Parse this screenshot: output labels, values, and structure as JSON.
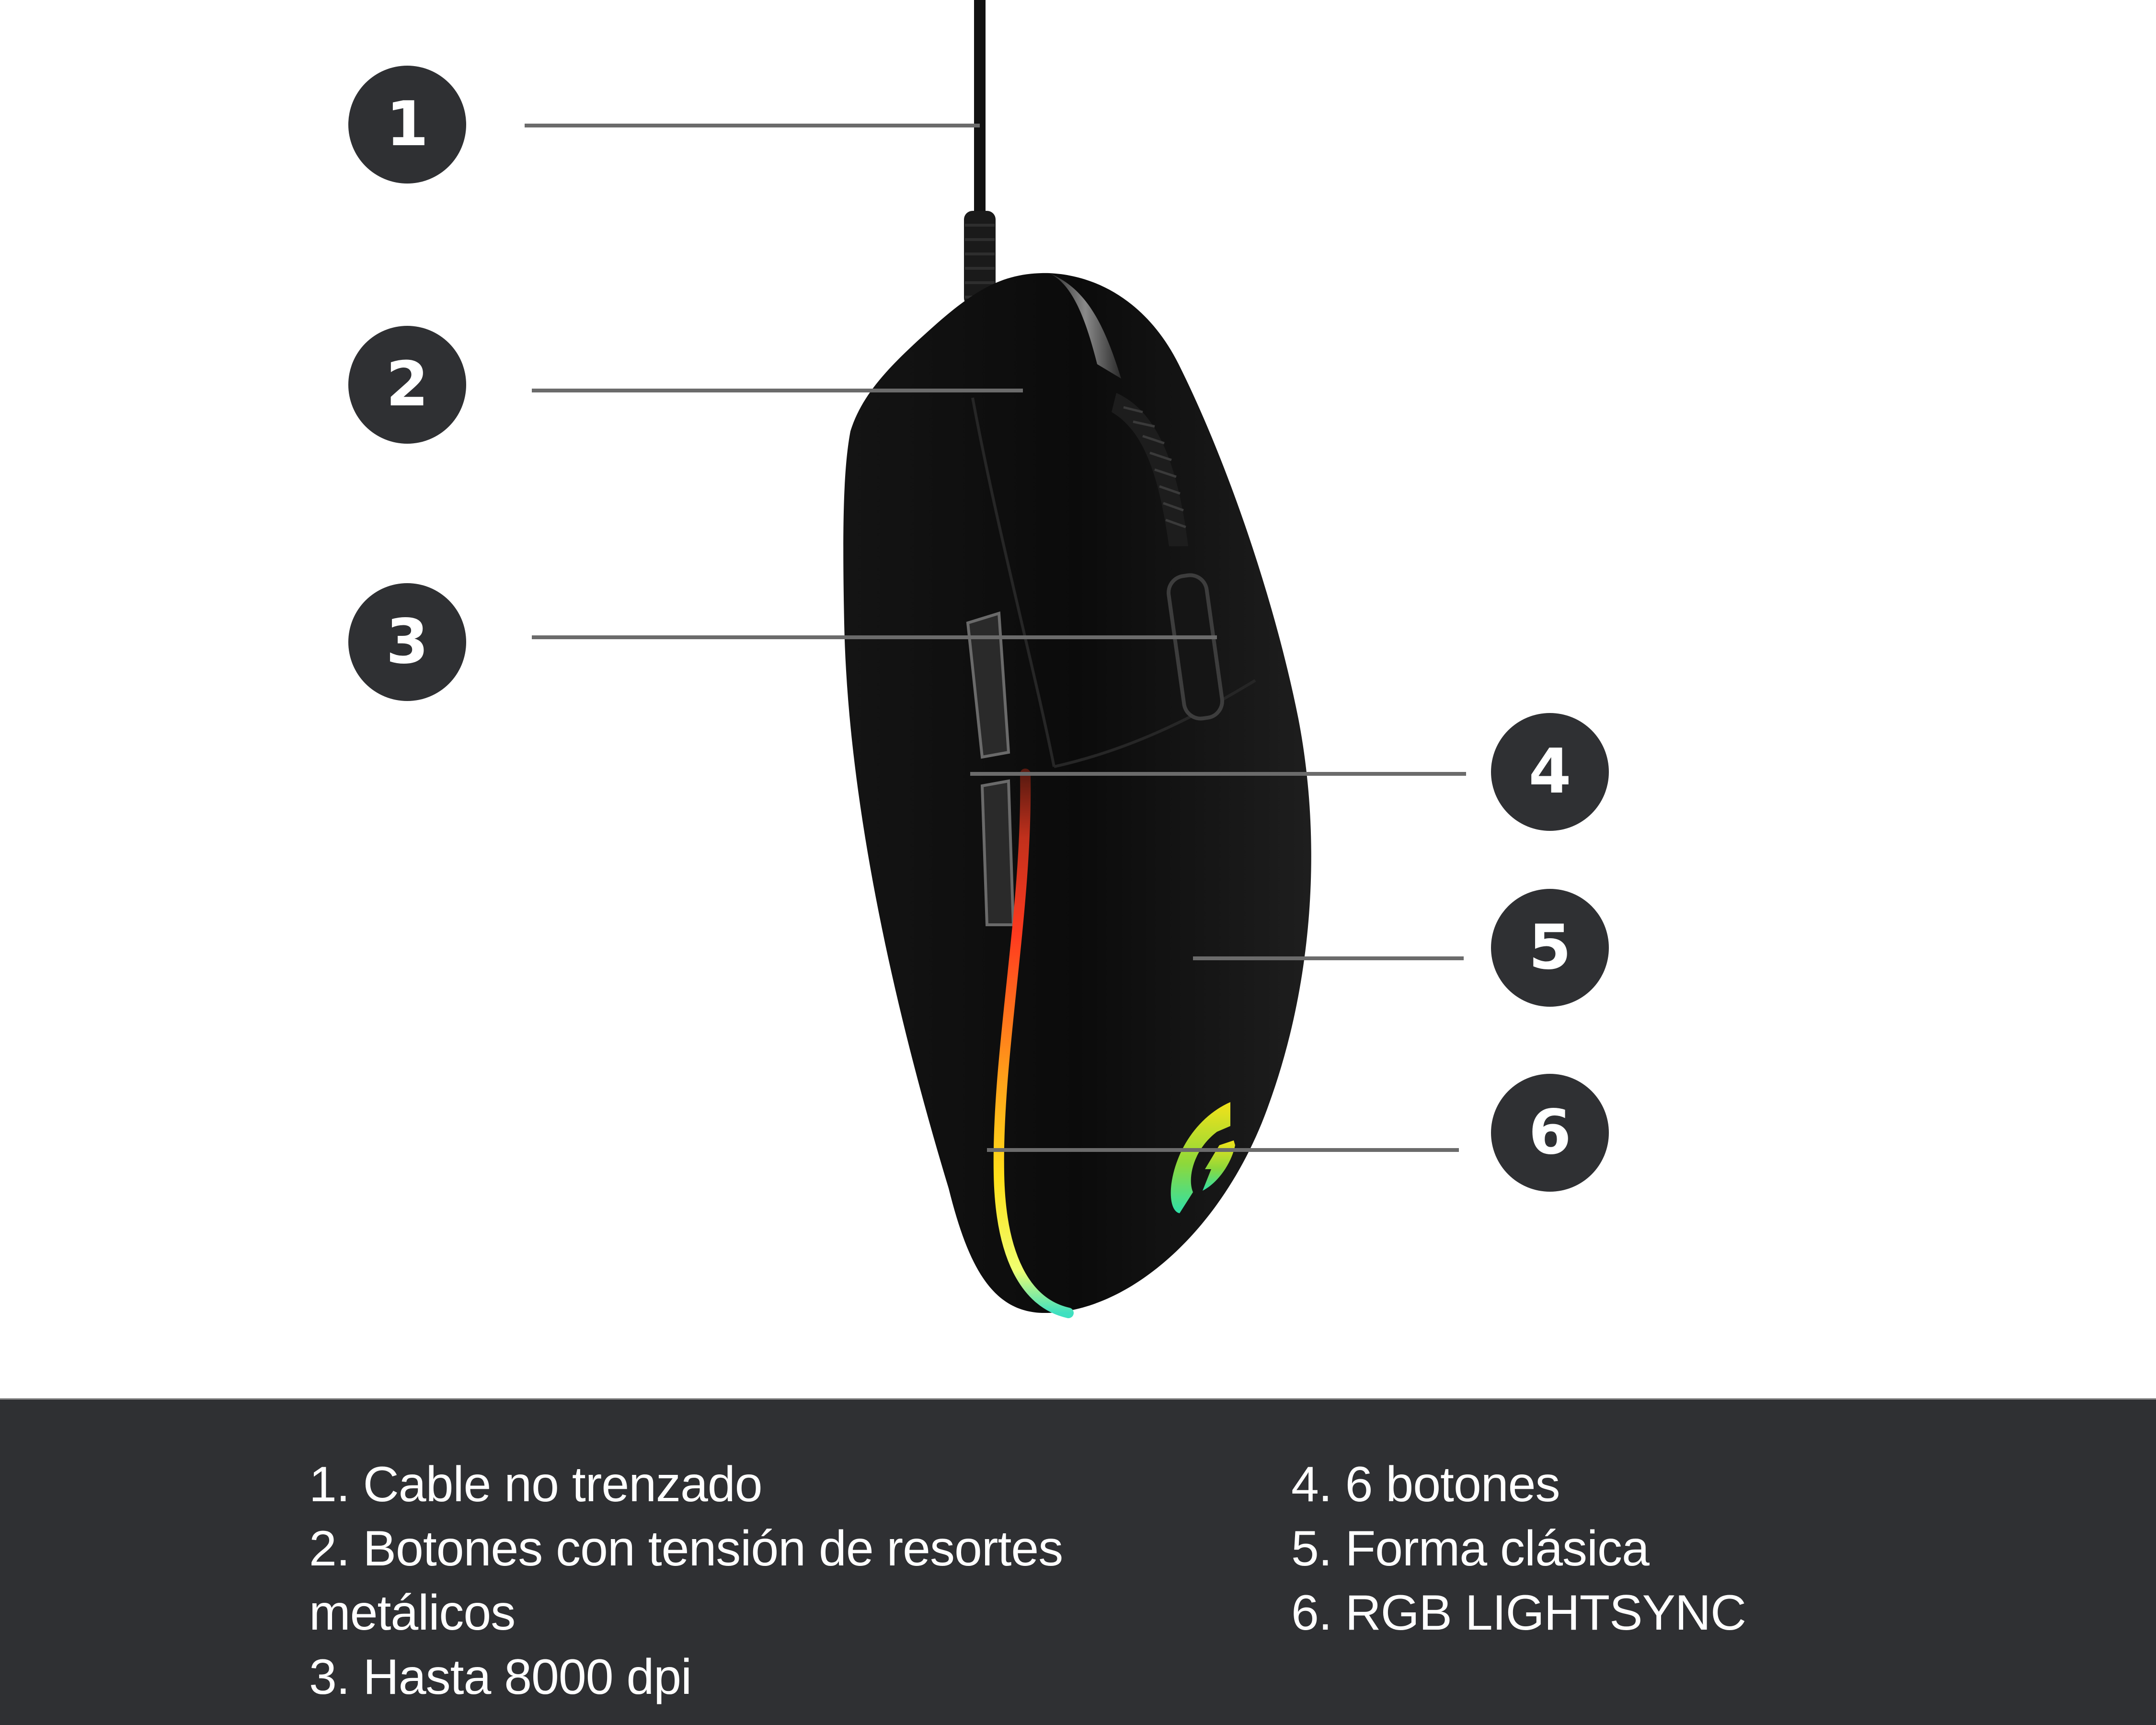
{
  "diagram": {
    "subject": "Gaming mouse (top view) with numbered feature callouts",
    "accent_colors": {
      "panel_background": "#2f3033",
      "callout_circle": "#2f3033",
      "callout_text": "#ffffff",
      "leader_line": "#6b6b6b",
      "rgb_strip_gradient": [
        "#8a2a1a",
        "#ff3b1f",
        "#ff8a1a",
        "#ffd21a",
        "#f5ff6a",
        "#3fe0c0"
      ],
      "logo_gradient": [
        "#f2e21a",
        "#8ed83a",
        "#2fe0a8"
      ]
    },
    "callouts": [
      {
        "number": "1",
        "target": "cable"
      },
      {
        "number": "2",
        "target": "main-buttons"
      },
      {
        "number": "3",
        "target": "dpi-button"
      },
      {
        "number": "4",
        "target": "side-buttons"
      },
      {
        "number": "5",
        "target": "body-shape"
      },
      {
        "number": "6",
        "target": "rgb-lighting"
      }
    ],
    "logo_icon": "g-logo-icon"
  },
  "legend": {
    "left_column": [
      "1. Cable no trenzado",
      "2. Botones con tensión de resortes",
      "metálicos",
      "3. Hasta 8000 dpi"
    ],
    "right_column": [
      "4. 6 botones",
      "5. Forma clásica",
      "6. RGB LIGHTSYNC"
    ]
  }
}
